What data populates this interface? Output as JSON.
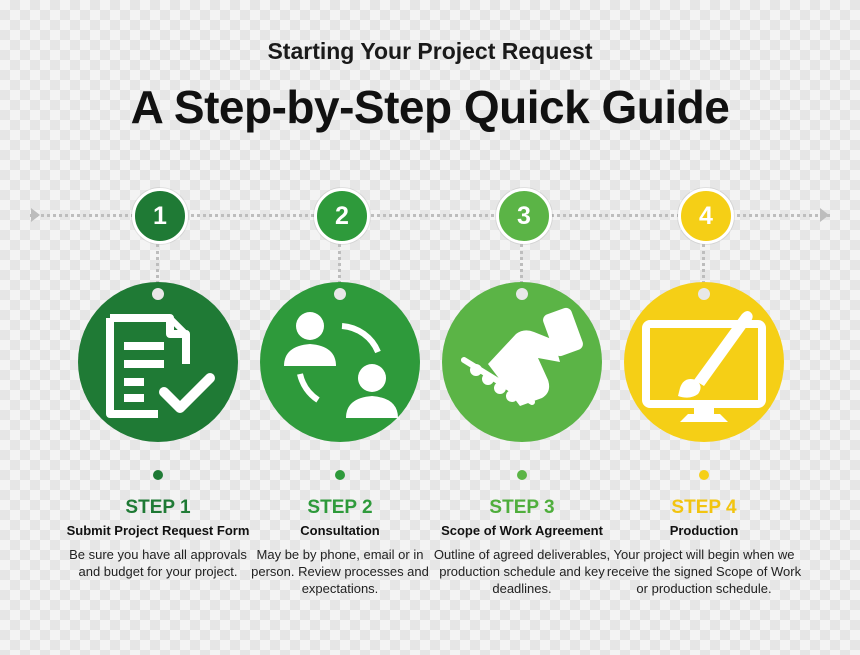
{
  "header": {
    "subtitle": "Starting Your Project Request",
    "title": "A Step-by-Step Quick Guide"
  },
  "steps": [
    {
      "number": "1",
      "label": "STEP 1",
      "name": "Submit Project Request Form",
      "description": "Be sure you have all approvals and budget for your project.",
      "color": "#1f7a35",
      "icon": "form-checklist-icon"
    },
    {
      "number": "2",
      "label": "STEP 2",
      "name": "Consultation",
      "description": "May be by phone, email or in person. Review processes and expectations.",
      "color": "#2e9a3b",
      "icon": "people-consultation-icon"
    },
    {
      "number": "3",
      "label": "STEP 3",
      "name": "Scope of Work Agreement",
      "description": "Outline of agreed deliverables, production schedule and key deadlines.",
      "color": "#5bb446",
      "icon": "handshake-icon"
    },
    {
      "number": "4",
      "label": "STEP 4",
      "name": "Production",
      "description": "Your project will begin when we receive the signed Scope of Work or production schedule.",
      "color": "#f5cf16",
      "icon": "monitor-paintbrush-icon"
    }
  ]
}
